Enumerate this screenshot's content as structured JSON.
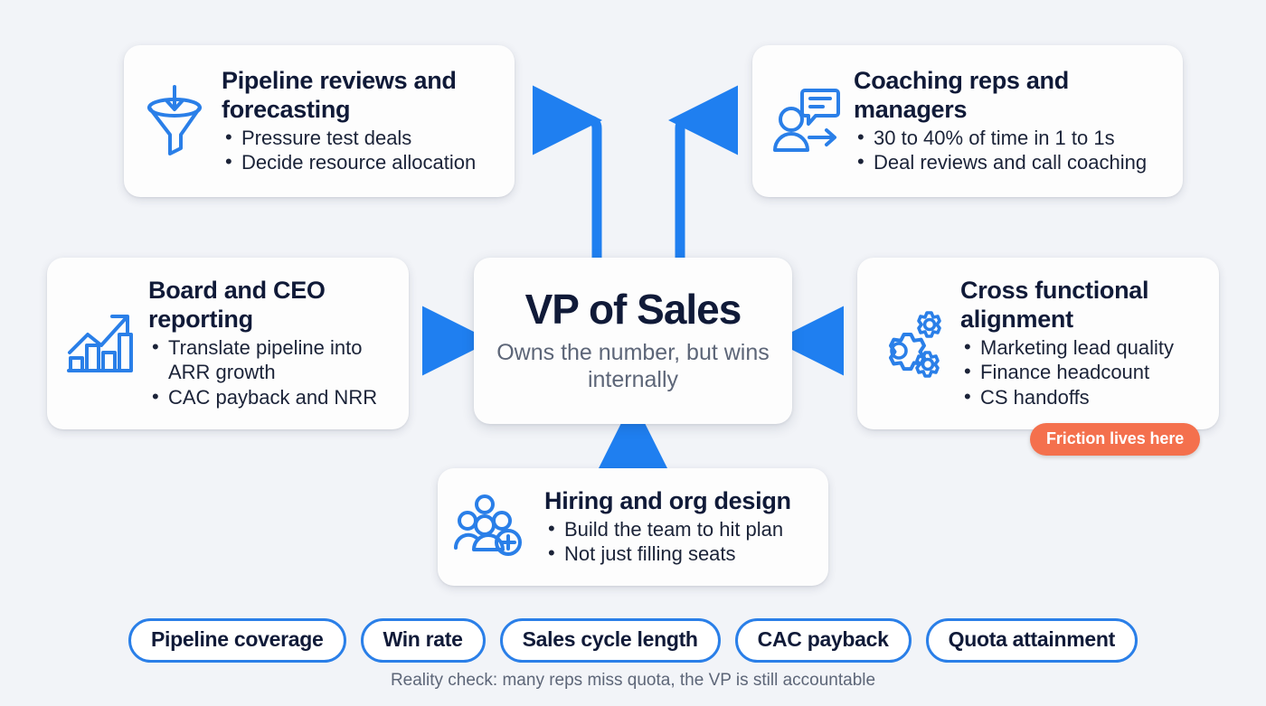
{
  "background_color": "#f2f4f8",
  "accent_color": "#2a7fe8",
  "arrow_color": "#1f7ff0",
  "badge_color": "#f4704d",
  "heading_color": "#101a38",
  "center": {
    "title": "VP of Sales",
    "subtitle": "Owns the number, but wins internally"
  },
  "cards": [
    {
      "id": "pipeline",
      "icon": "funnel-icon",
      "title": "Pipeline reviews and forecasting",
      "bullets": [
        "Pressure test deals",
        "Decide resource allocation"
      ]
    },
    {
      "id": "coaching",
      "icon": "person-speech-bubble-icon",
      "title": "Coaching reps and managers",
      "bullets": [
        "30 to 40% of time in 1 to 1s",
        "Deal reviews and call coaching"
      ]
    },
    {
      "id": "board",
      "icon": "bar-chart-growth-icon",
      "title": "Board and CEO reporting",
      "bullets": [
        "Translate pipeline into ARR growth",
        "CAC payback and NRR"
      ]
    },
    {
      "id": "cross",
      "icon": "gears-icon",
      "title": "Cross functional alignment",
      "bullets": [
        "Marketing lead quality",
        "Finance headcount",
        "CS handoffs"
      ]
    },
    {
      "id": "hiring",
      "icon": "people-add-icon",
      "title": "Hiring and org design",
      "bullets": [
        "Build the team to hit plan",
        "Not just filling seats"
      ]
    }
  ],
  "badge": {
    "label": "Friction lives here"
  },
  "metric_pills": [
    "Pipeline coverage",
    "Win rate",
    "Sales cycle length",
    "CAC payback",
    "Quota attainment"
  ],
  "caption": "Reality check: many reps miss quota, the VP is still accountable"
}
